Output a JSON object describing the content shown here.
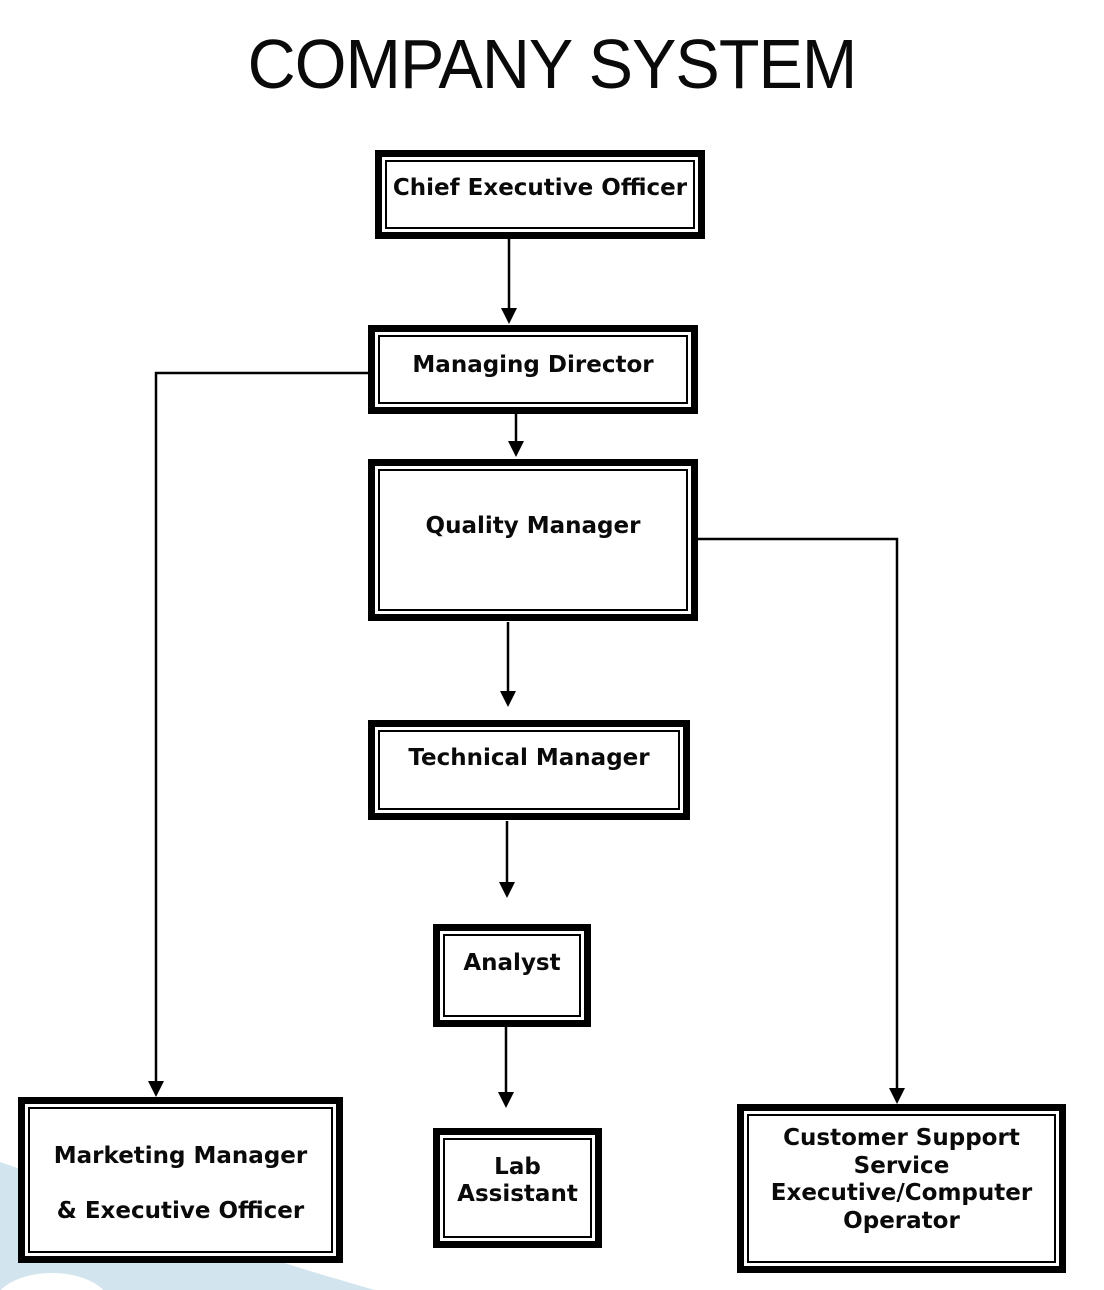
{
  "title": "COMPANY SYSTEM",
  "nodes": {
    "ceo": {
      "label": "Chief Executive Officer"
    },
    "md": {
      "label": "Managing Director"
    },
    "qm": {
      "label": "Quality Manager"
    },
    "tm": {
      "label": "Technical Manager"
    },
    "analyst": {
      "label": "Analyst"
    },
    "lab": {
      "label": "Lab\nAssistant"
    },
    "marketing": {
      "label": "Marketing Manager\n\n& Executive Officer"
    },
    "css": {
      "label": "Customer Support\nService\nExecutive/Computer\nOperator"
    }
  },
  "hierarchy": [
    {
      "from": "Chief Executive Officer",
      "to": "Managing Director"
    },
    {
      "from": "Managing Director",
      "to": "Quality Manager"
    },
    {
      "from": "Managing Director",
      "to": "Marketing Manager & Executive Officer"
    },
    {
      "from": "Quality Manager",
      "to": "Technical Manager"
    },
    {
      "from": "Quality Manager",
      "to": "Customer Support Service Executive/Computer Operator"
    },
    {
      "from": "Technical Manager",
      "to": "Analyst"
    },
    {
      "from": "Analyst",
      "to": "Lab Assistant"
    }
  ],
  "colors": {
    "box_border": "#000000",
    "background": "#ffffff",
    "connector": "#000000",
    "accent_decoration": "#d2e5ef"
  }
}
